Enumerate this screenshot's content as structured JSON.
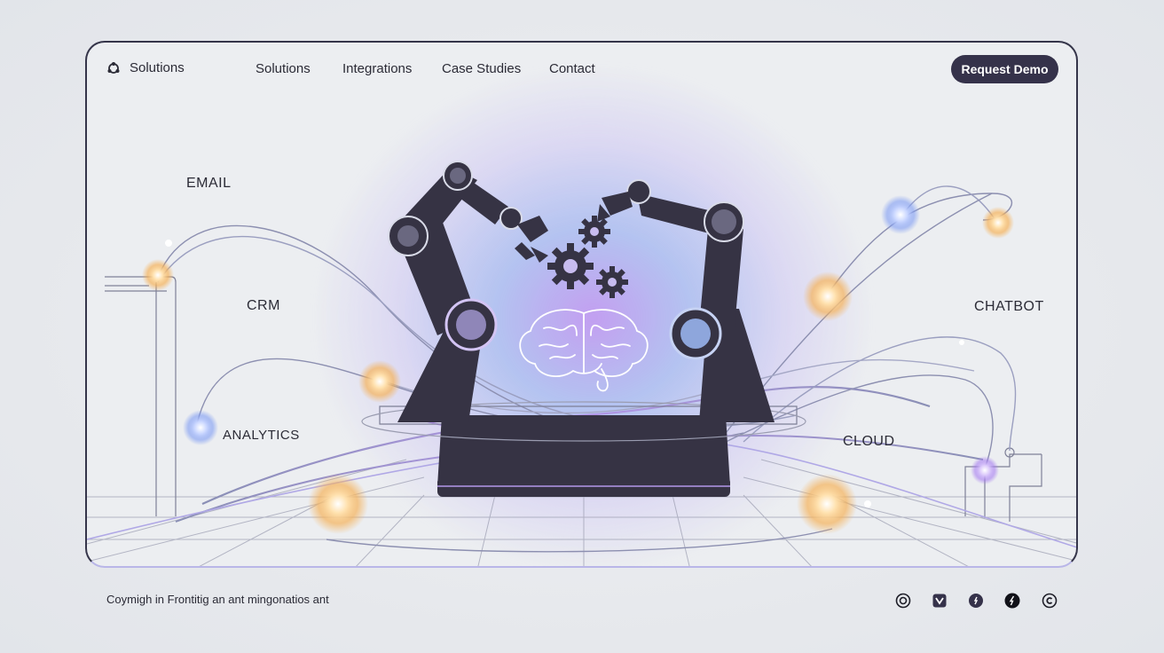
{
  "nav": {
    "brand_label": "Solutions",
    "links": [
      "Solutions",
      "Integrations",
      "Case Studies",
      "Contact"
    ],
    "cta_label": "Request Demo"
  },
  "integrations": {
    "email": "EMAIL",
    "crm": "CRM",
    "analytics": "ANALYTICS",
    "chatbot": "CHATBOT",
    "cloud": "CLOUD"
  },
  "footer": {
    "copyright": "Coymigh in Frontitig an ant mingonatios ant",
    "social_icons": [
      "instagram-icon",
      "vimeo-icon",
      "facebook-icon",
      "flash-icon",
      "copyright-icon"
    ]
  },
  "colors": {
    "frame_border": "#35354a",
    "button_bg": "#35324a",
    "robot_dark": "#363344",
    "glow_orange": "#f5b25a",
    "glow_blue": "#8fa8f5",
    "glow_purple": "#b07ef0"
  }
}
